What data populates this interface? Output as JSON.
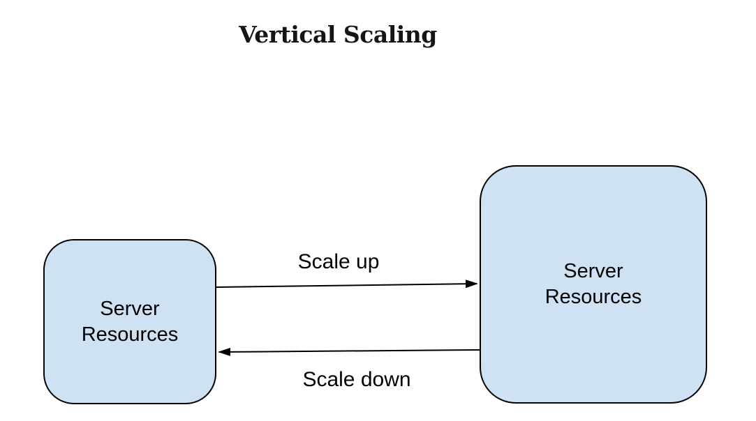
{
  "diagram": {
    "title": "Vertical Scaling",
    "nodes": [
      {
        "id": "server-resources-small",
        "label_line1": "Server",
        "label_line2": "Resources",
        "size": "small"
      },
      {
        "id": "server-resources-large",
        "label_line1": "Server",
        "label_line2": "Resources",
        "size": "large"
      }
    ],
    "edges": [
      {
        "label": "Scale up",
        "from": "server-resources-small",
        "to": "server-resources-large",
        "direction": "right"
      },
      {
        "label": "Scale down",
        "from": "server-resources-large",
        "to": "server-resources-small",
        "direction": "left"
      }
    ],
    "colors": {
      "background": "#ffffff",
      "node_fill": "#cfe2f3",
      "node_border": "#000000",
      "arrow": "#000000",
      "text": "#000000",
      "title_text": "#151515"
    }
  }
}
